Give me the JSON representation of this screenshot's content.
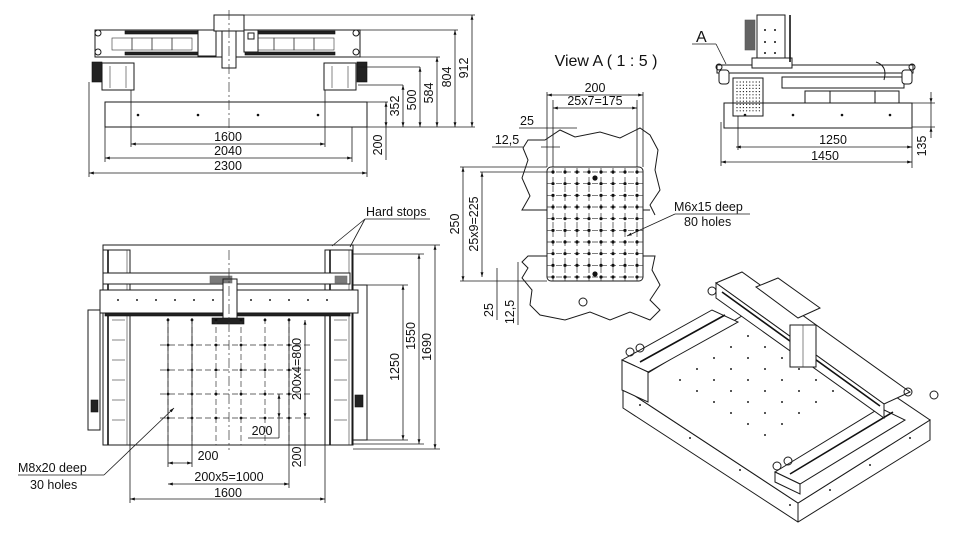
{
  "title": "Gantry positioning system dimensional drawing",
  "front_view": {
    "heights": [
      "912",
      "804",
      "584",
      "500",
      "352",
      "200"
    ],
    "widths": [
      "1600",
      "2040",
      "2300"
    ]
  },
  "detail_view": {
    "title": "View A ( 1 : 5 )",
    "width_total": "200",
    "width_pitch": "25x7=175",
    "offset_x_25": "25",
    "offset_x_12_5": "12,5",
    "height_total": "250",
    "height_pitch": "25x9=225",
    "offset_y_25": "25",
    "offset_y_12_5": "12,5",
    "hole_note_line1": "M6x15 deep",
    "hole_note_line2": "80 holes",
    "grid_cols": 8,
    "grid_rows": 10
  },
  "side_view": {
    "detail_marker": "A",
    "width_inner": "1250",
    "width_outer": "1450",
    "height": "135"
  },
  "top_view": {
    "callout_hard_stops": "Hard stops",
    "height_1690": "1690",
    "height_1550": "1550",
    "height_1250": "1250",
    "pitch_y": "200x4=800",
    "grid_spacing_y": "200",
    "edge_offset_y": "200",
    "edge_offset_x": "200",
    "pitch_x": "200x5=1000",
    "width": "1600",
    "hole_note_line1": "M8x20 deep",
    "hole_note_line2": "30 holes"
  },
  "iso_view": {
    "label": "isometric view"
  }
}
